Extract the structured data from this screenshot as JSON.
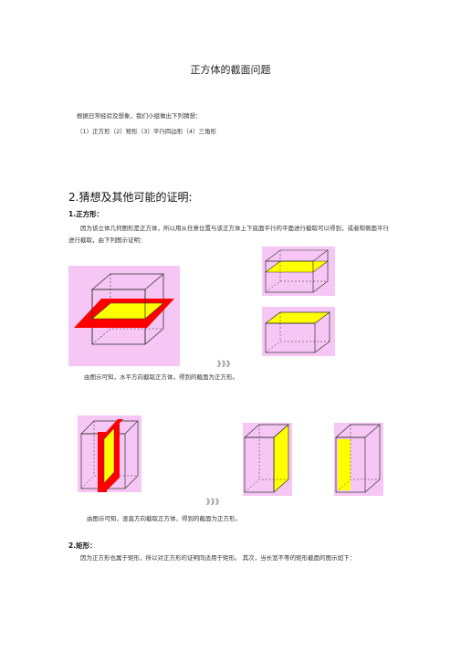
{
  "doc": {
    "title": "正方体的截面问题",
    "intro_line1": "根据日常经验及想象，我们小组做出下列猜想：",
    "intro_line2": "（1）正方形（2）矩形（3）平行四边形（4）三角形",
    "section2_heading": "2.猜想及其他可能的证明:",
    "sub1_heading": "1.正方形：",
    "sub1_para_line1": "因为该立体几何图形是正方体，所以用从任意位置与该正方体上下底面平行的平面进行截取可以得到，或者和侧面平行",
    "sub1_para_line2": "进行截取，由下列图示证明：",
    "arrows_text": "》》》",
    "caption1": "由图示可知，水平方向截取正方体，得到的截面为正方形。",
    "caption2": "由图示可知，竖直方向截取正方体，得到的截面为正方形。",
    "sub2_heading": "2.矩形：",
    "sub2_para": "因为正方形也属于矩形，所以对正方形的证明同适用于矩形。            其次，当长宽不等的矩形截面的图示如下："
  },
  "colors": {
    "pink_bg": "#f6c6f4",
    "yellow": "#ffff00",
    "red": "#ff0000",
    "edge": "#333333"
  }
}
